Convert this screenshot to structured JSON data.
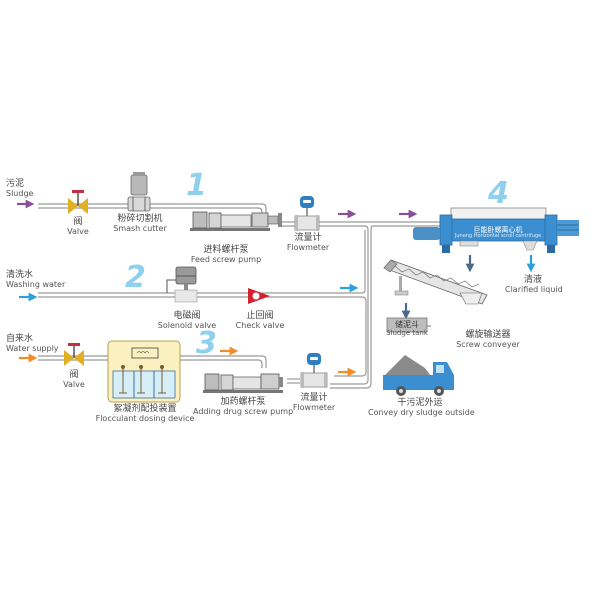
{
  "colors": {
    "pipe": "#9a9a9a",
    "sludge_arrow": "#8a4f9a",
    "water_arrow": "#2aa0dc",
    "dosing_arrow": "#f28c28",
    "equipment_blue": "#3b8fd0",
    "step_number": "#8fd0ee",
    "valve_gold": "#e0b020",
    "valve_handle": "#c03040",
    "check_valve": "#d52030",
    "dosing_box": "#fbf0bf"
  },
  "steps": [
    "1",
    "2",
    "3",
    "4"
  ],
  "inputs": {
    "sludge": {
      "zh": "污泥",
      "en": "Sludge"
    },
    "washing_water": {
      "zh": "清洗水",
      "en": "Washing water"
    },
    "water_supply": {
      "zh": "自来水",
      "en": "Water supply"
    }
  },
  "components": {
    "valve_1": {
      "zh": "阀",
      "en": "Valve"
    },
    "smash_cutter": {
      "zh": "粉碎切割机",
      "en": "Smash cutter"
    },
    "feed_pump": {
      "zh": "进料螺杆泵",
      "en": "Feed screw pump"
    },
    "flowmeter_1": {
      "zh": "流量计",
      "en": "Flowmeter"
    },
    "centrifuge": {
      "zh": "巨能卧螺离心机",
      "en": "Juneng Horizontal scroll centrifuge"
    },
    "clarified": {
      "zh": "清液",
      "en": "Clarified liquid"
    },
    "solenoid": {
      "zh": "电磁阀",
      "en": "Solenoid valve"
    },
    "check_valve": {
      "zh": "止回阀",
      "en": "Check valve"
    },
    "screw_conveyer": {
      "zh": "螺旋输送器",
      "en": "Screw conveyer"
    },
    "sludge_tank": {
      "zh": "储泥斗",
      "en": "Sludge tank"
    },
    "valve_2": {
      "zh": "阀",
      "en": "Valve"
    },
    "dosing_device": {
      "zh": "絮凝剂配投装置",
      "en": "Flocculant dosing device"
    },
    "drug_pump": {
      "zh": "加药螺杆泵",
      "en": "Adding drug screw pump"
    },
    "flowmeter_2": {
      "zh": "流量计",
      "en": "Flowmeter"
    },
    "truck": {
      "zh": "干污泥外运",
      "en": "Convey dry sludge outside"
    }
  }
}
